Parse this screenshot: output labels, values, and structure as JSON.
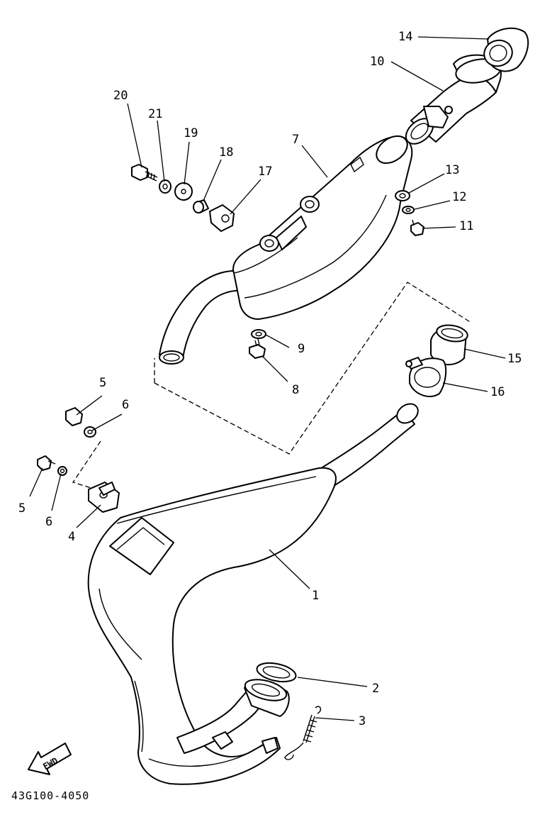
{
  "diagram": {
    "part_labels": [
      "1",
      "2",
      "3",
      "4",
      "5",
      "5",
      "6",
      "6",
      "7",
      "8",
      "9",
      "10",
      "11",
      "12",
      "13",
      "14",
      "15",
      "16",
      "17",
      "18",
      "19",
      "20",
      "21"
    ],
    "drawing_code": "43G100-4050",
    "fwd_mark": "FWD"
  }
}
